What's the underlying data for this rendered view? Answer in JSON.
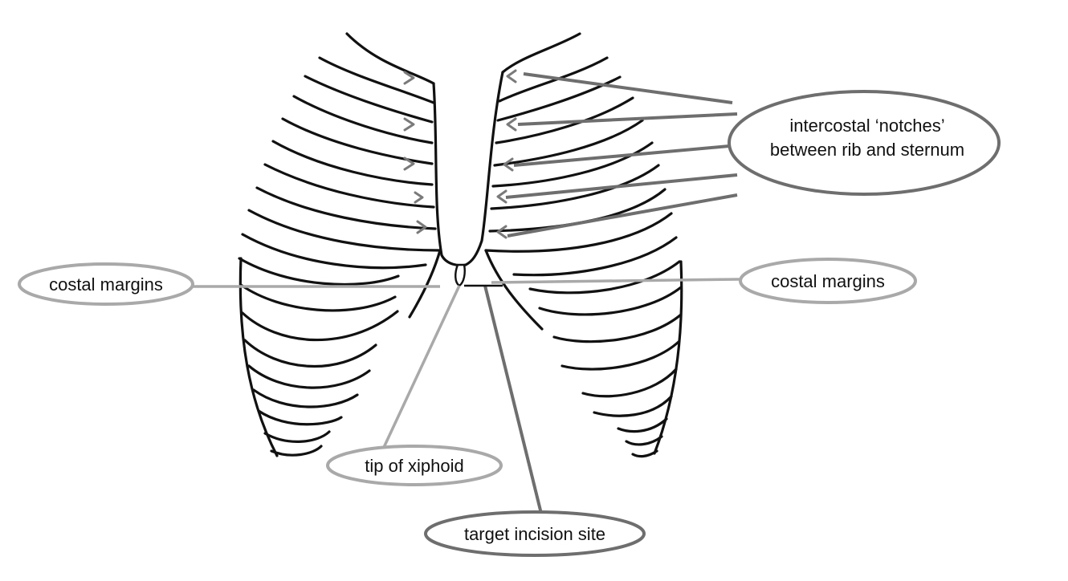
{
  "labels": {
    "intercostal_line1": "intercostal ‘notches’",
    "intercostal_line2": "between rib and sternum",
    "costal_left": "costal margins",
    "costal_right": "costal margins",
    "xiphoid_tip": "tip of xiphoid",
    "incision": "target incision site"
  },
  "colors": {
    "outline": "#111111",
    "leader_dark": "#6e6e6e",
    "leader_light": "#a9a9a9"
  }
}
